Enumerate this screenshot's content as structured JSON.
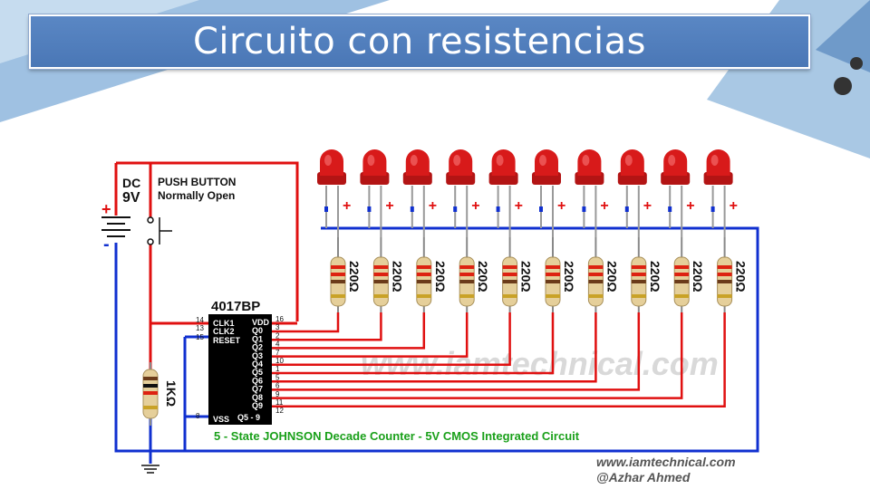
{
  "title": "Circuito con resistencias",
  "power": {
    "label_dc": "DC",
    "label_volt": "9V",
    "plus": "+",
    "minus": "-"
  },
  "push_button": {
    "line1": "PUSH BUTTON",
    "line2": "Normally Open"
  },
  "ic": {
    "name": "4017BP",
    "left_pins": [
      {
        "num": "14",
        "label": "CLK1"
      },
      {
        "num": "13",
        "label": "CLK2"
      },
      {
        "num": "15",
        "label": "RESET"
      },
      {
        "num": "8",
        "label": "VSS"
      }
    ],
    "right_pins": [
      {
        "num": "16",
        "label": "VDD"
      },
      {
        "num": "3",
        "label": "Q0"
      },
      {
        "num": "2",
        "label": "Q1"
      },
      {
        "num": "4",
        "label": "Q2"
      },
      {
        "num": "7",
        "label": "Q3"
      },
      {
        "num": "10",
        "label": "Q4"
      },
      {
        "num": "1",
        "label": "Q5"
      },
      {
        "num": "5",
        "label": "Q6"
      },
      {
        "num": "6",
        "label": "Q7"
      },
      {
        "num": "9",
        "label": "Q8"
      },
      {
        "num": "11",
        "label": "Q9"
      },
      {
        "num": "12",
        "label": ""
      }
    ],
    "bottom_label": "Q5 - 9"
  },
  "resistor_1k": "1KΩ",
  "resistor_led": "220Ω",
  "led_plus": "+",
  "caption": "5 - State JOHNSON Decade Counter - 5V CMOS Integrated Circuit",
  "watermark": "www.iamtechnical.com",
  "credit": {
    "site": "www.iamtechnical.com",
    "author": "@Azhar Ahmed"
  },
  "colors": {
    "title_bg": "#4f7dbd",
    "wire_red": "#e01010",
    "wire_blue": "#1030d0",
    "caption_green": "#1aa01a",
    "led_red": "#d81a1a"
  }
}
